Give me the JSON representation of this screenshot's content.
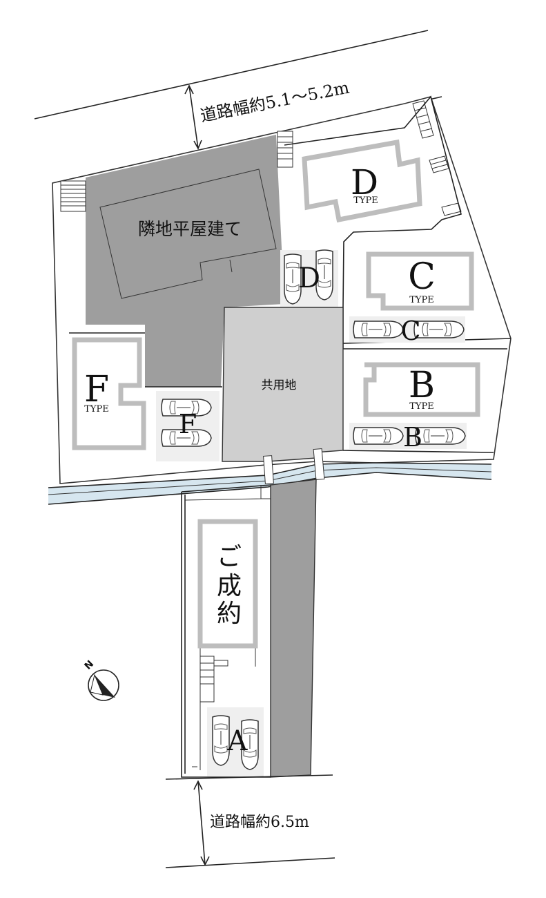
{
  "roads": {
    "north_width": "道路幅約5.1～5.2m",
    "south_width": "道路幅約6.5m"
  },
  "neighbor": {
    "label": "隣地平屋建て"
  },
  "common_land": {
    "label": "共用地"
  },
  "sold_lot": {
    "status": [
      "ご",
      "成",
      "約"
    ]
  },
  "lots": [
    {
      "letter": "D",
      "type": "TYPE"
    },
    {
      "letter": "C",
      "type": "TYPE"
    },
    {
      "letter": "B",
      "type": "TYPE"
    },
    {
      "letter": "F",
      "type": "TYPE"
    }
  ],
  "parking": [
    "D",
    "C",
    "B",
    "F",
    "A"
  ],
  "compass": {
    "north": "N",
    "icon": "north-arrow-icon"
  },
  "colors": {
    "neighbor_fill": "#9e9e9e",
    "common_fill": "#cfcfcf",
    "house_outline": "#bdbdbd",
    "water_channel": "#d6e6ef",
    "parking_pad": "#efefef"
  }
}
